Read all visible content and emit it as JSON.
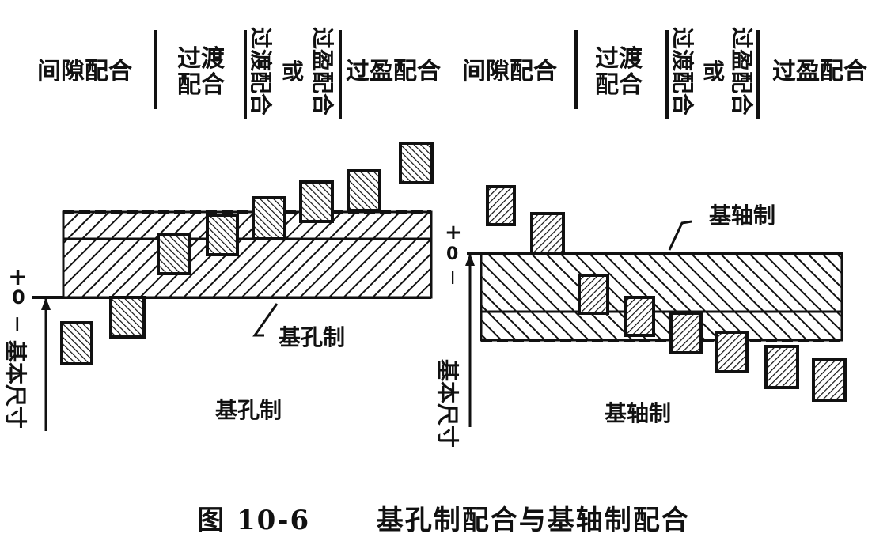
{
  "header": {
    "left": {
      "clearance": "间隙配合",
      "transition_top": "过渡",
      "transition_bottom": "配合",
      "transition_or_a": "过渡配合",
      "or_char": "或",
      "transition_or_b": "过盈配合",
      "interference": "过盈配合"
    },
    "right": {
      "clearance": "间隙配合",
      "transition_top": "过渡",
      "transition_bottom": "配合",
      "transition_or_a": "过渡配合",
      "or_char": "或",
      "transition_or_b": "过盈配合",
      "interference": "过盈配合"
    }
  },
  "diagram_left": {
    "name": "基孔制",
    "zone_label": "基孔制",
    "basic_size_label": "基本尺寸",
    "sign_plus": "+",
    "sign_zero": "0",
    "sign_minus": "—"
  },
  "diagram_right": {
    "name": "基轴制",
    "zone_label": "基轴制",
    "basic_size_label": "基本尺寸",
    "sign_plus": "+",
    "sign_zero": "0",
    "sign_minus": "—"
  },
  "caption": {
    "number": "图 10-6",
    "title": "基孔制配合与基轴制配合"
  }
}
